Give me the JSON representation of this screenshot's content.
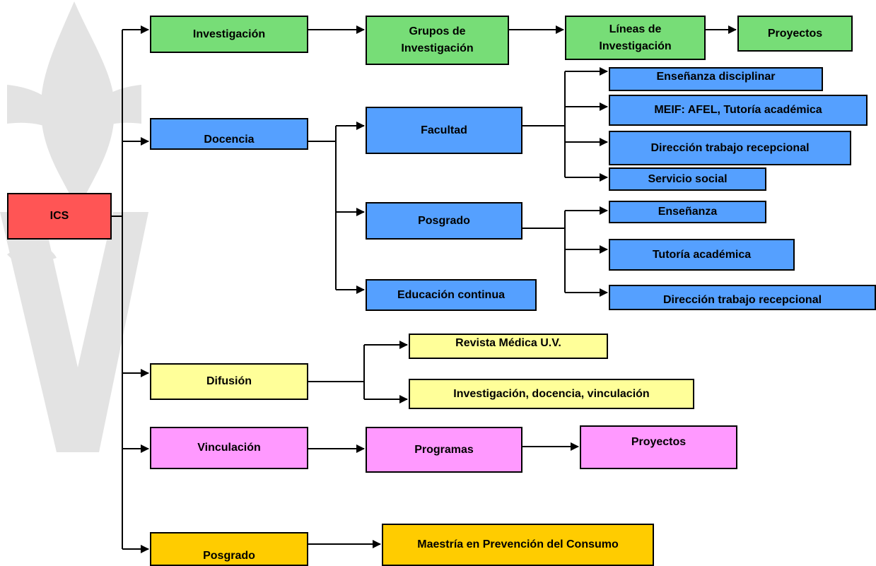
{
  "colors": {
    "root": "#ff5555",
    "investigacion": "#77dd77",
    "docencia": "#55a0ff",
    "difusion": "#ffff99",
    "vinculacion": "#ff99ff",
    "posgrado": "#ffcc00",
    "watermark": "#e3e3e3"
  },
  "watermark": {
    "icon": "fleur-de-lis-v-logo"
  },
  "nodes": {
    "ics": "ICS",
    "investigacion": "Investigación",
    "grupos": "Grupos de Investigación",
    "lineas": "Líneas de Investigación",
    "proyectos_inv": "Proyectos",
    "docencia": "Docencia",
    "facultad": "Facultad",
    "ensenanza_disciplinar": "Enseñanza disciplinar",
    "meif": "MEIF: AFEL, Tutoría académica",
    "direccion_fac": "Dirección trabajo recepcional",
    "servicio_social": "Servicio social",
    "posgrado_doc": "Posgrado",
    "ensenanza": "Enseñanza",
    "tutoria": "Tutoría académica",
    "direccion_pos": "Dirección trabajo recepcional",
    "educacion_continua": "Educación continua",
    "difusion": "Difusión",
    "revista": "Revista Médica U.V.",
    "inv_doc_vinc": "Investigación, docencia, vinculación",
    "vinculacion": "Vinculación",
    "programas": "Programas",
    "proyectos_vinc": "Proyectos",
    "posgrado": "Posgrado",
    "maestria": "Maestría en Prevención del Consumo"
  }
}
